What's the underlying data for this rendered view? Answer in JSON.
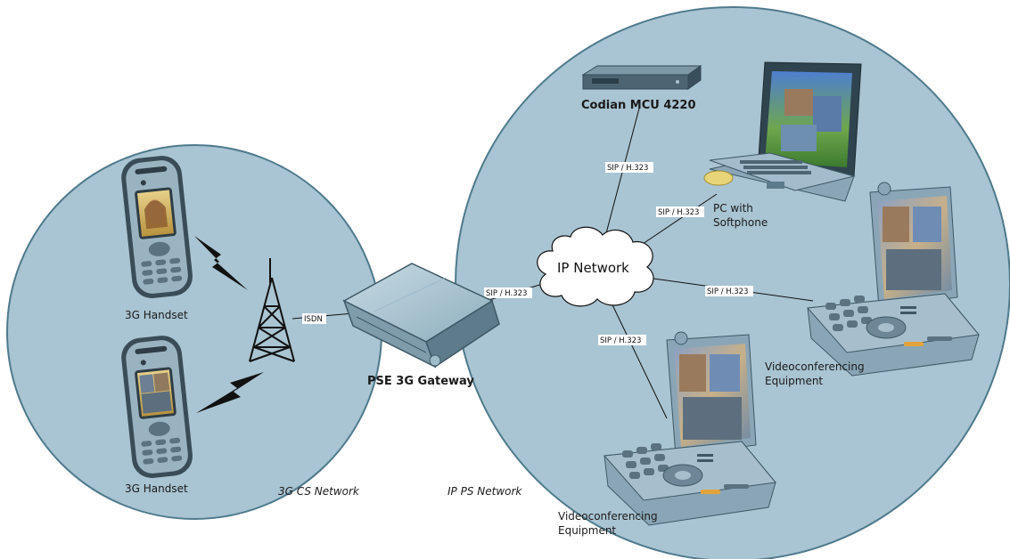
{
  "networks": {
    "cs": "3G CS Network",
    "ps": "IP PS Network"
  },
  "devices": {
    "handset_top": "3G Handset",
    "handset_bottom": "3G Handset",
    "gateway": "PSE 3G Gateway",
    "mcu": "Codian MCU 4220",
    "pc_line1": "PC with",
    "pc_line2": "Softphone",
    "vc_right_line1": "Videoconferencing",
    "vc_right_line2": "Equipment",
    "vc_bottom_line1": "Videoconferencing",
    "vc_bottom_line2": "Equipment",
    "cloud": "IP Network"
  },
  "links": {
    "isdn": "ISDN",
    "gateway_cloud": "SIP / H.323",
    "mcu_cloud": "SIP / H.323",
    "pc_cloud": "SIP / H.323",
    "vc_right_cloud": "SIP / H.323",
    "vc_bottom_cloud": "SIP / H.323"
  },
  "colors": {
    "network_fill": "#a9c4d2",
    "network_stroke": "#4f7a8c",
    "device_body": "#8aa6b6",
    "device_dark": "#3e5866"
  }
}
